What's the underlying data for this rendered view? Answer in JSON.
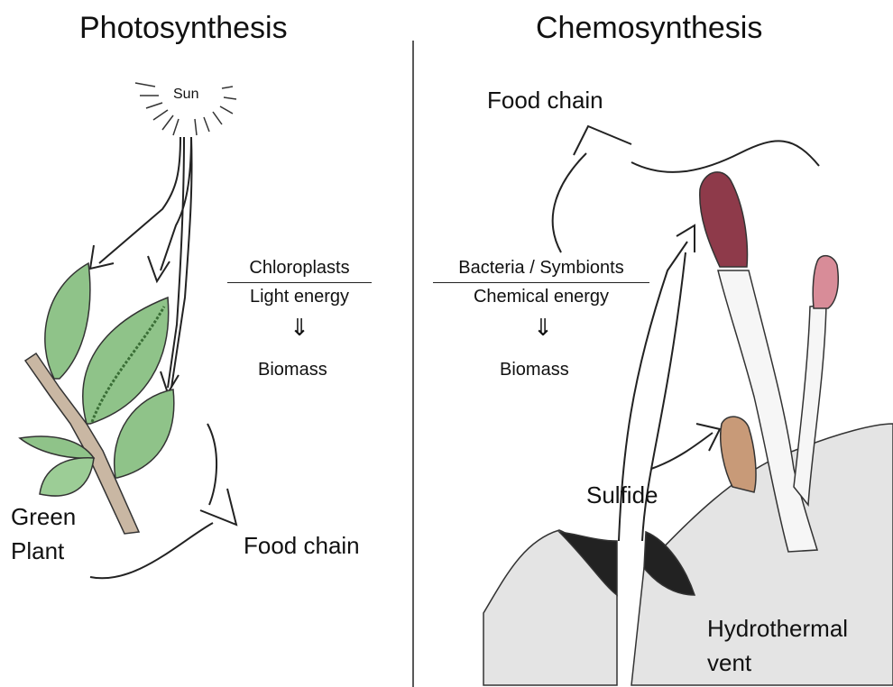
{
  "photosynthesis": {
    "title": "Photosynthesis",
    "sun_label": "Sun",
    "process_top": "Chloroplasts",
    "process_bottom": "Light energy",
    "result": "Biomass",
    "organism_label_1": "Green",
    "organism_label_2": "Plant",
    "food_chain": "Food chain"
  },
  "chemosynthesis": {
    "title": "Chemosynthesis",
    "food_chain": "Food chain",
    "process_top": "Bacteria / Symbionts",
    "process_bottom": "Chemical energy",
    "result": "Biomass",
    "source_label": "Sulfide",
    "vent_label_1": "Hydrothermal",
    "vent_label_2": "vent"
  },
  "arrow_glyph": "⇓",
  "colors": {
    "leaf": "#8fc389",
    "leaf_dark": "#5f9a5a",
    "stem": "#c9b7a3",
    "tube_worm_plume": "#8e3a4a",
    "tube_worm_plume_light": "#d88c98",
    "clam": "#c89a78",
    "rock_shade": "#d8d8d8"
  }
}
